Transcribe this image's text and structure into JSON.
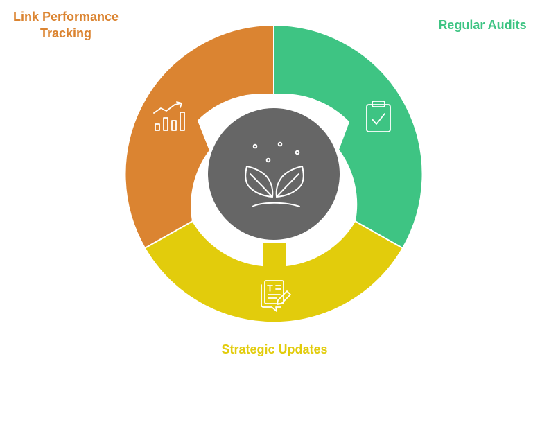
{
  "diagram": {
    "center": {
      "icon": "sprouting-plant-icon",
      "color": "#666666"
    },
    "segments": [
      {
        "id": "tracking",
        "title": "Link Performance Tracking",
        "description": "",
        "color": "#DB8431",
        "icon": "trending-bar-chart-icon"
      },
      {
        "id": "audits",
        "title": "Regular Audits",
        "description": "",
        "color": "#3EC483",
        "icon": "clipboard-check-icon"
      },
      {
        "id": "updates",
        "title": "Strategic Updates",
        "description": "",
        "color": "#E2CC0C",
        "icon": "document-edit-icon"
      }
    ]
  }
}
